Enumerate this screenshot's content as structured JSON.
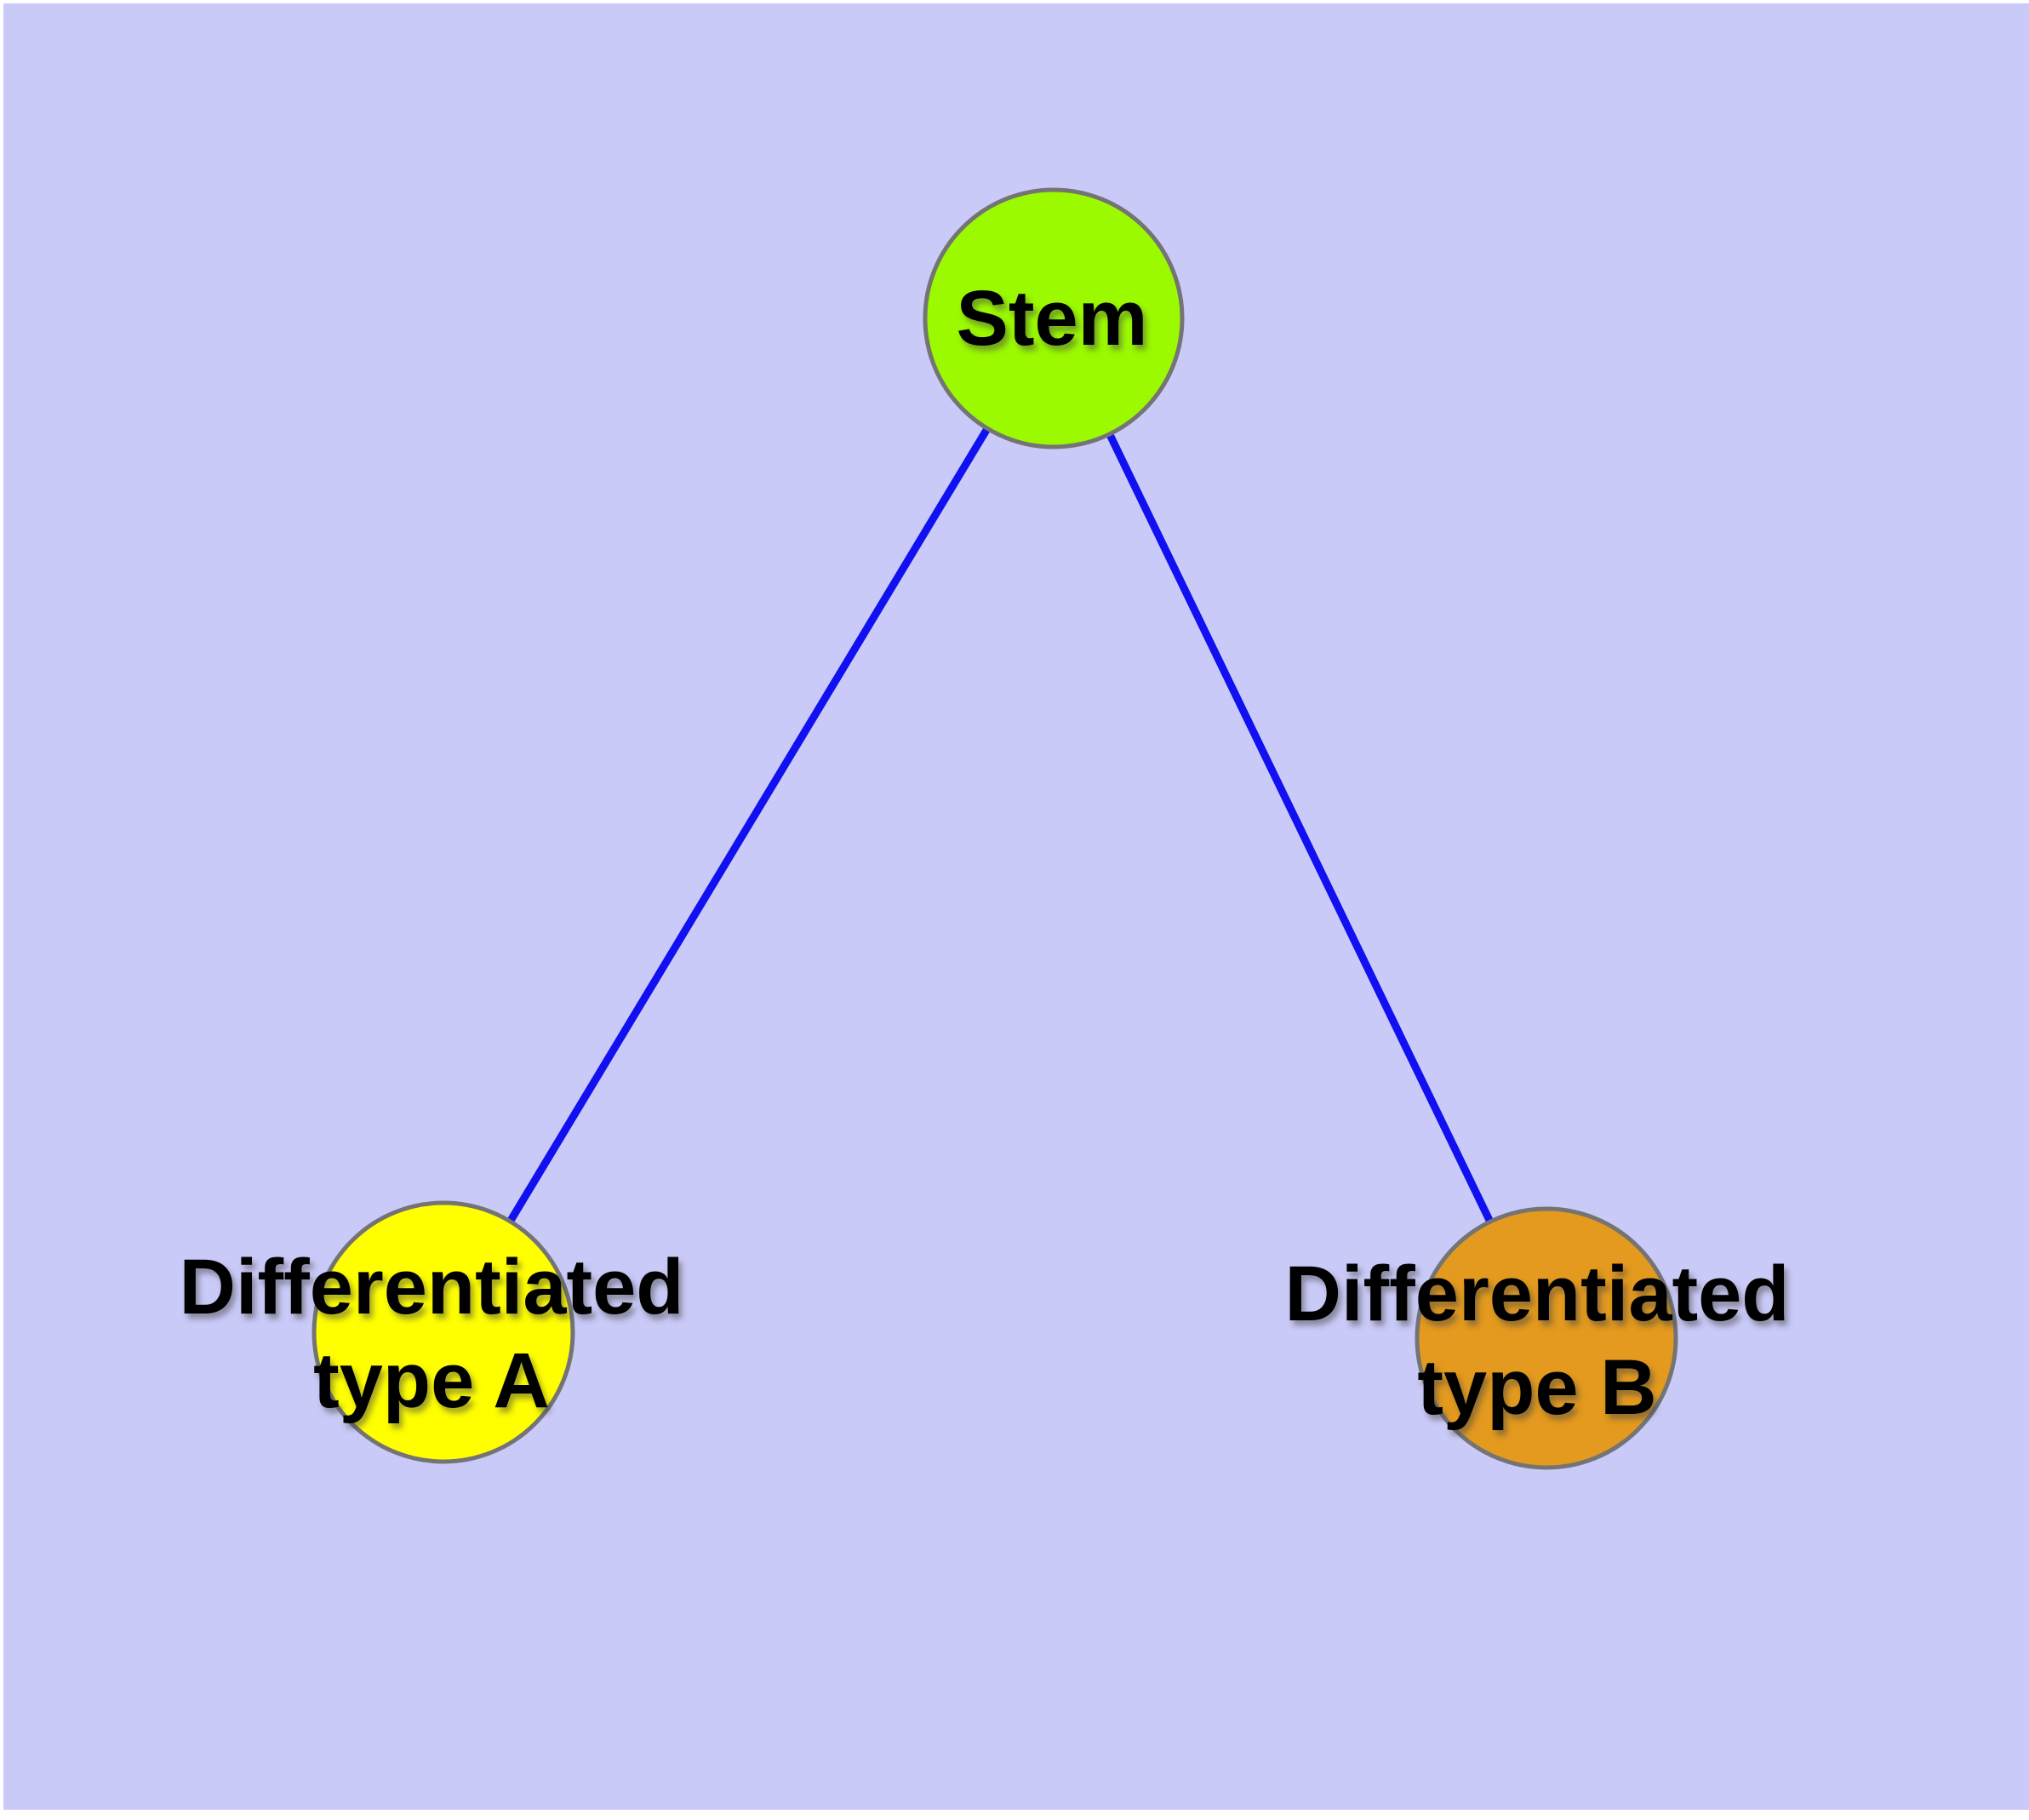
{
  "figure": {
    "background_color": "#cacaf8",
    "frame_color": "#ffffff",
    "edge_color": "#1010f0",
    "node_border_color": "#747474",
    "label_color": "#000000",
    "nodes": [
      {
        "id": "stem",
        "label": "Stem",
        "fill": "#9bfa00"
      },
      {
        "id": "differentiated-type-a",
        "label": "Differentiated\ntype A",
        "fill": "#ffff00"
      },
      {
        "id": "differentiated-type-b",
        "label": "Differentiated\ntype B",
        "fill": "#e39a1e"
      }
    ],
    "edges": [
      {
        "from": "stem",
        "to": "differentiated-type-a"
      },
      {
        "from": "stem",
        "to": "differentiated-type-b"
      }
    ]
  }
}
